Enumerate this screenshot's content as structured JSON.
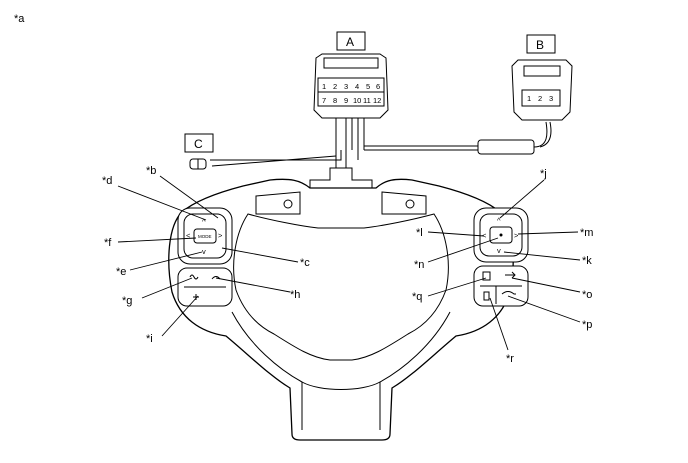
{
  "figure_label": "*a",
  "connectors": {
    "A": {
      "label": "A",
      "pins_top": [
        "1",
        "2",
        "3",
        "4",
        "5",
        "6"
      ],
      "pins_bottom": [
        "7",
        "8",
        "9",
        "10",
        "11",
        "12"
      ]
    },
    "B": {
      "label": "B",
      "pins": [
        "1",
        "2",
        "3"
      ]
    },
    "C": {
      "label": "C"
    }
  },
  "switch_text": {
    "mode": "MODE"
  },
  "callouts": {
    "b": "*b",
    "c": "*c",
    "d": "*d",
    "e": "*e",
    "f": "*f",
    "g": "*g",
    "h": "*h",
    "i": "*i",
    "j": "*j",
    "k": "*k",
    "l": "*l",
    "m": "*m",
    "n": "*n",
    "o": "*o",
    "p": "*p",
    "q": "*q",
    "r": "*r"
  }
}
